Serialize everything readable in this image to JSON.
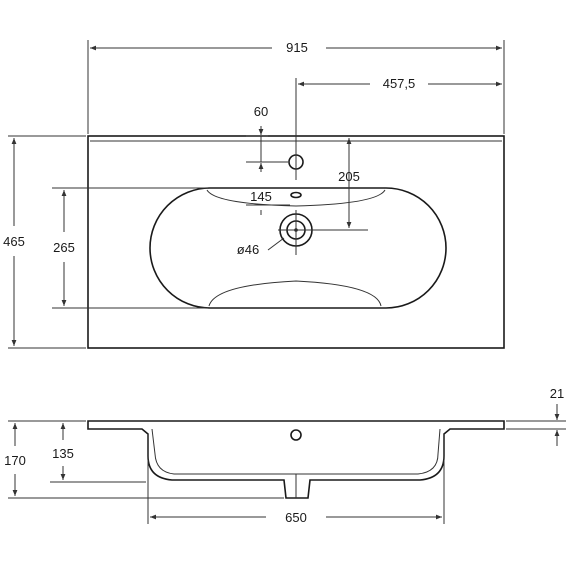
{
  "drawing": {
    "top_view": {
      "overall_width": "915",
      "half_width": "457,5",
      "faucet_offset": "60",
      "faucet_to_drain": "205",
      "overflow_offset": "145",
      "drain_diameter": "ø46",
      "overall_depth": "465",
      "bowl_depth": "265"
    },
    "side_view": {
      "rim_thickness": "21",
      "total_height": "170",
      "bowl_height": "135",
      "bowl_width": "650"
    }
  }
}
